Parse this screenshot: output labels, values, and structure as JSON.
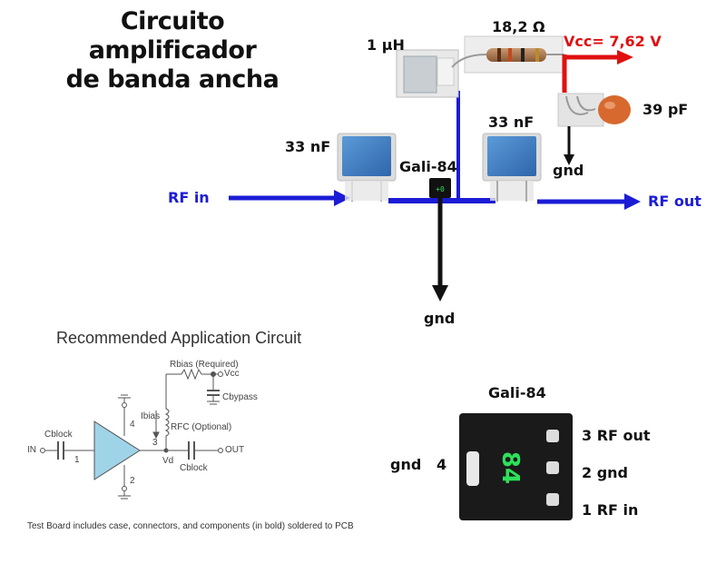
{
  "title": {
    "line1": "Circuito amplificador",
    "line2": "de banda ancha"
  },
  "circuit": {
    "inductor_label": "1 µH",
    "resistor_label": "18,2 Ω",
    "vcc_label": "Vcc= 7,62 V",
    "cap_39_label": "39 pF",
    "cap_in_label": "33 nF",
    "cap_out_label": "33 nF",
    "amp_label": "Gali-84",
    "gnd_top_label": "gnd",
    "gnd_bottom_label": "gnd",
    "rf_in_label": "RF in",
    "rf_out_label": "RF out"
  },
  "application": {
    "title": "Recommended Application Circuit",
    "rbias": "Rbias (Required)",
    "vcc": "Vcc",
    "cbypass": "Cbypass",
    "ibias": "Ibias",
    "rfc": "RFC (Optional)",
    "cblock_in": "Cblock",
    "cblock_out": "Cblock",
    "in": "IN",
    "out": "OUT",
    "pin1": "1",
    "pin2": "2",
    "pin3": "3",
    "pin4": "4",
    "vd": "Vd",
    "note": "Test Board includes case, connectors, and components (in bold) soldered to PCB"
  },
  "pinout": {
    "title": "Gali-84",
    "chip_marking": "84",
    "pin3": "3  RF out",
    "pin2": "2  gnd",
    "pin1": "1  RF in",
    "pin4": "gnd   4"
  },
  "colors": {
    "rf_line": "#1c1cd6",
    "vcc_line": "#e01010",
    "gnd_arrow": "#111111",
    "capacitor_blue": "#3a78c0"
  }
}
